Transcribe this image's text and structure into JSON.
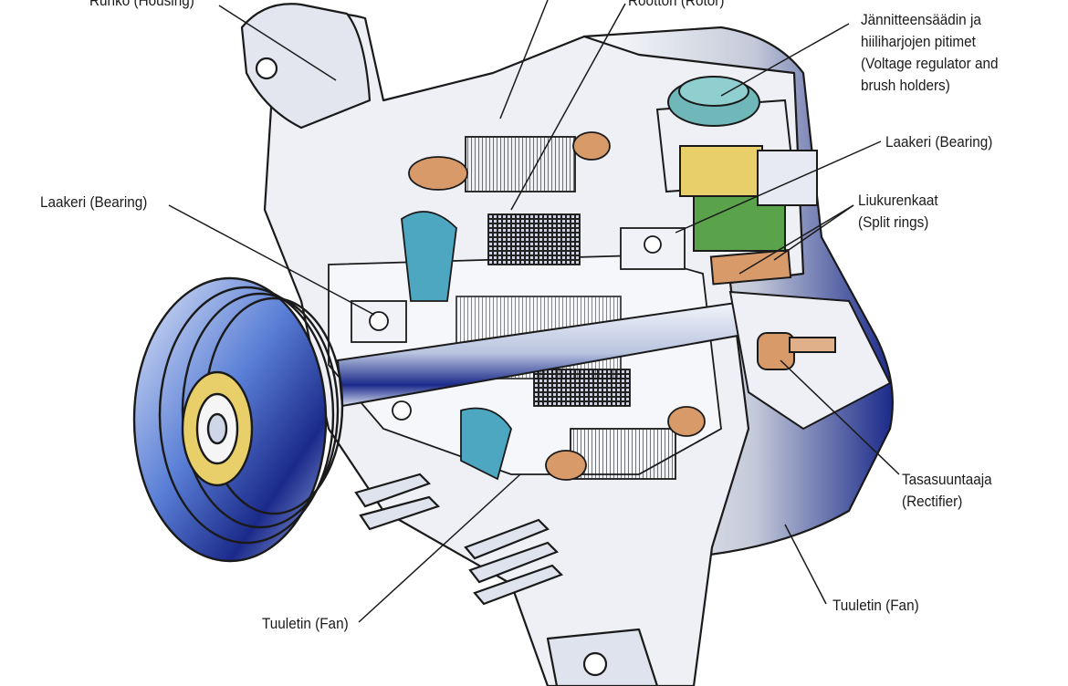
{
  "labels": {
    "housing": "Runko (Housing)",
    "rotor": "Roottori (Rotor)",
    "regulator": [
      "Jännitteensäädin ja",
      "hiiliharjojen pitimet",
      "(Voltage regulator and",
      "brush holders)"
    ],
    "bearing_right": "Laakeri (Bearing)",
    "split_rings": [
      "Liukurenkaat",
      "(Split rings)"
    ],
    "bearing_left": "Laakeri (Bearing)",
    "rectifier": [
      "Tasasuuntaaja",
      "(Rectifier)"
    ],
    "fan_left": "Tuuletin (Fan)",
    "fan_right": "Tuuletin (Fan)"
  },
  "colors": {
    "outline": "#1a1a1a",
    "housing_light": "#eef0f6",
    "housing_shade": "#c9cdd9",
    "dark_blue": "#1b2a8a",
    "pulley_blue": "#3f63c4",
    "teal": "#4ea7c0",
    "copper": "#d99a6a",
    "regulator_cap": "#6fb7b8",
    "brush_yellow": "#e8cf6a",
    "brush_green": "#5aa34a"
  }
}
